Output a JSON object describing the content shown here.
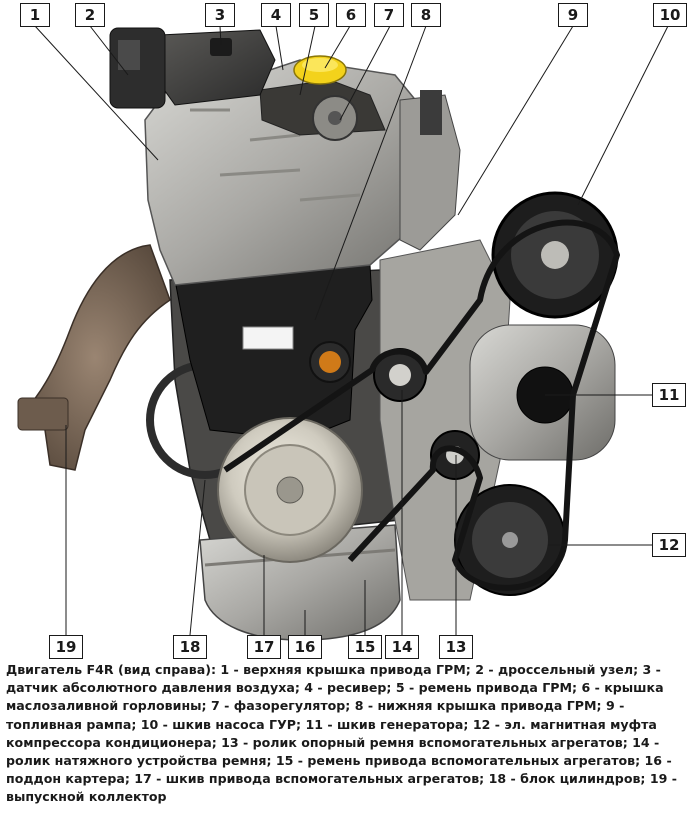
{
  "image": {
    "subject": "engine-f4r-right-side-view"
  },
  "callouts": [
    "1",
    "2",
    "3",
    "4",
    "5",
    "6",
    "7",
    "8",
    "9",
    "10",
    "11",
    "12",
    "13",
    "14",
    "15",
    "16",
    "17",
    "18",
    "19"
  ],
  "caption": "Двигатель F4R (вид справа): 1 - верхняя крышка привода ГРМ; 2 - дроссельный узел; 3 - датчик абсолютного давления воздуха; 4 - ресивер; 5 - ремень привода ГРМ; 6 - крышка маслозаливной горловины; 7 - фазорегулятор; 8 - нижняя крышка привода ГРМ; 9 - топливная рампа; 10 - шкив насоса ГУР; 11 - шкив генератора; 12 - эл. магнитная муфта компрессора кондиционера; 13 - ролик опорный ремня вспомогательных агрегатов; 14 - ролик натяжного устройства ремня; 15 - ремень привода вспомогательных агрегатов; 16 - поддон картера; 17 - шкив привода вспомогательных агрегатов; 18 - блок цилиндров; 19 - выпускной коллектор"
}
